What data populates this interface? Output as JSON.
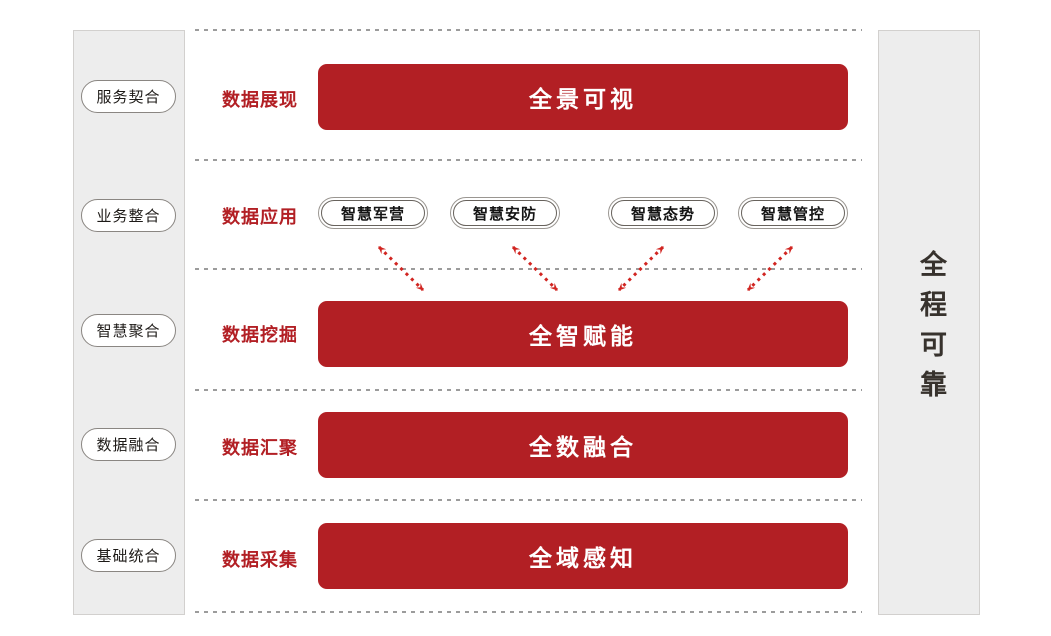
{
  "colors": {
    "banner_red": "#b21f24",
    "label_red": "#b21f24",
    "arrow_red": "#d12521",
    "panel_gray": "#ededed",
    "dash_gray": "#9c9c9c"
  },
  "left_panel": {
    "items": [
      "服务契合",
      "业务整合",
      "智慧聚合",
      "数据融合",
      "基础统合"
    ]
  },
  "right_panel": {
    "label": "全程可靠"
  },
  "rows": [
    {
      "label": "数据展现",
      "banner": "全景可视"
    },
    {
      "label": "数据应用",
      "pills": [
        "智慧军营",
        "智慧安防",
        "智慧态势",
        "智慧管控"
      ]
    },
    {
      "label": "数据挖掘",
      "banner": "全智赋能"
    },
    {
      "label": "数据汇聚",
      "banner": "全数融合"
    },
    {
      "label": "数据采集",
      "banner": "全域感知"
    }
  ]
}
